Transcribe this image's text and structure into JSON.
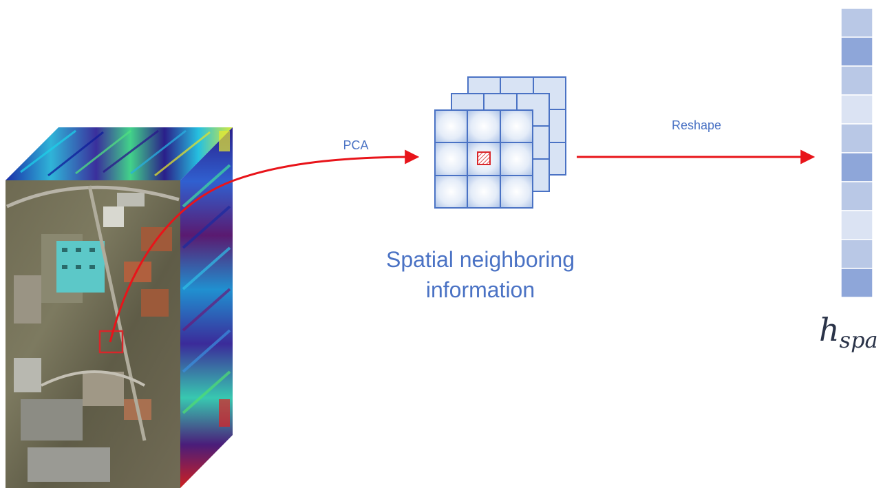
{
  "labels": {
    "pca": "PCA",
    "reshape": "Reshape",
    "spatial_line1": "Spatial neighboring",
    "spatial_line2": "information",
    "output_main": "h",
    "output_sub": "spa"
  },
  "colors": {
    "arrow": "#e8141a",
    "grid_stroke": "#4a72c4",
    "label_blue": "#4a72c4",
    "vector_light": "#b9c8e6",
    "vector_dark": "#8ea6d9",
    "vector_pale": "#dbe3f3",
    "highlight_box": "#d9262a"
  },
  "feature_vector": {
    "cells": [
      "light",
      "dark",
      "light",
      "pale",
      "light",
      "dark",
      "light",
      "pale",
      "light",
      "dark"
    ]
  }
}
